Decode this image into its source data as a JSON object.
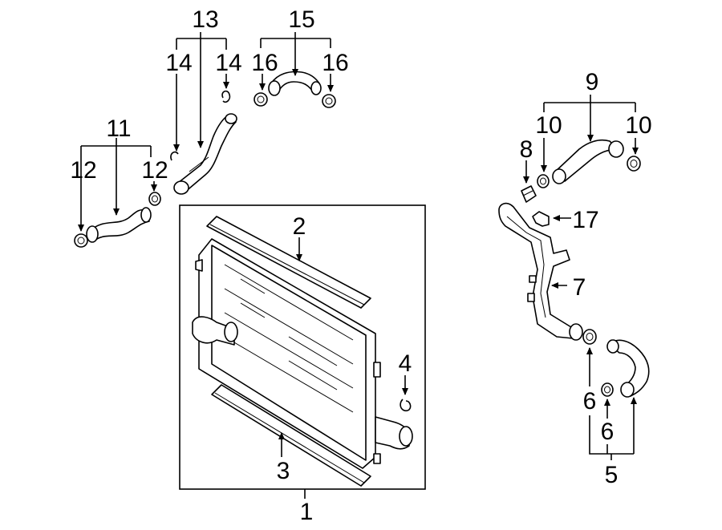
{
  "callouts": {
    "c1": "1",
    "c2": "2",
    "c3": "3",
    "c4": "4",
    "c5": "5",
    "c6a": "6",
    "c6b": "6",
    "c7": "7",
    "c8": "8",
    "c9": "9",
    "c10a": "10",
    "c10b": "10",
    "c11": "11",
    "c12a": "12",
    "c12b": "12",
    "c13": "13",
    "c14a": "14",
    "c14b": "14",
    "c15": "15",
    "c16a": "16",
    "c16b": "16",
    "c17": "17"
  },
  "colors": {
    "line": "#000000",
    "background": "#ffffff"
  }
}
